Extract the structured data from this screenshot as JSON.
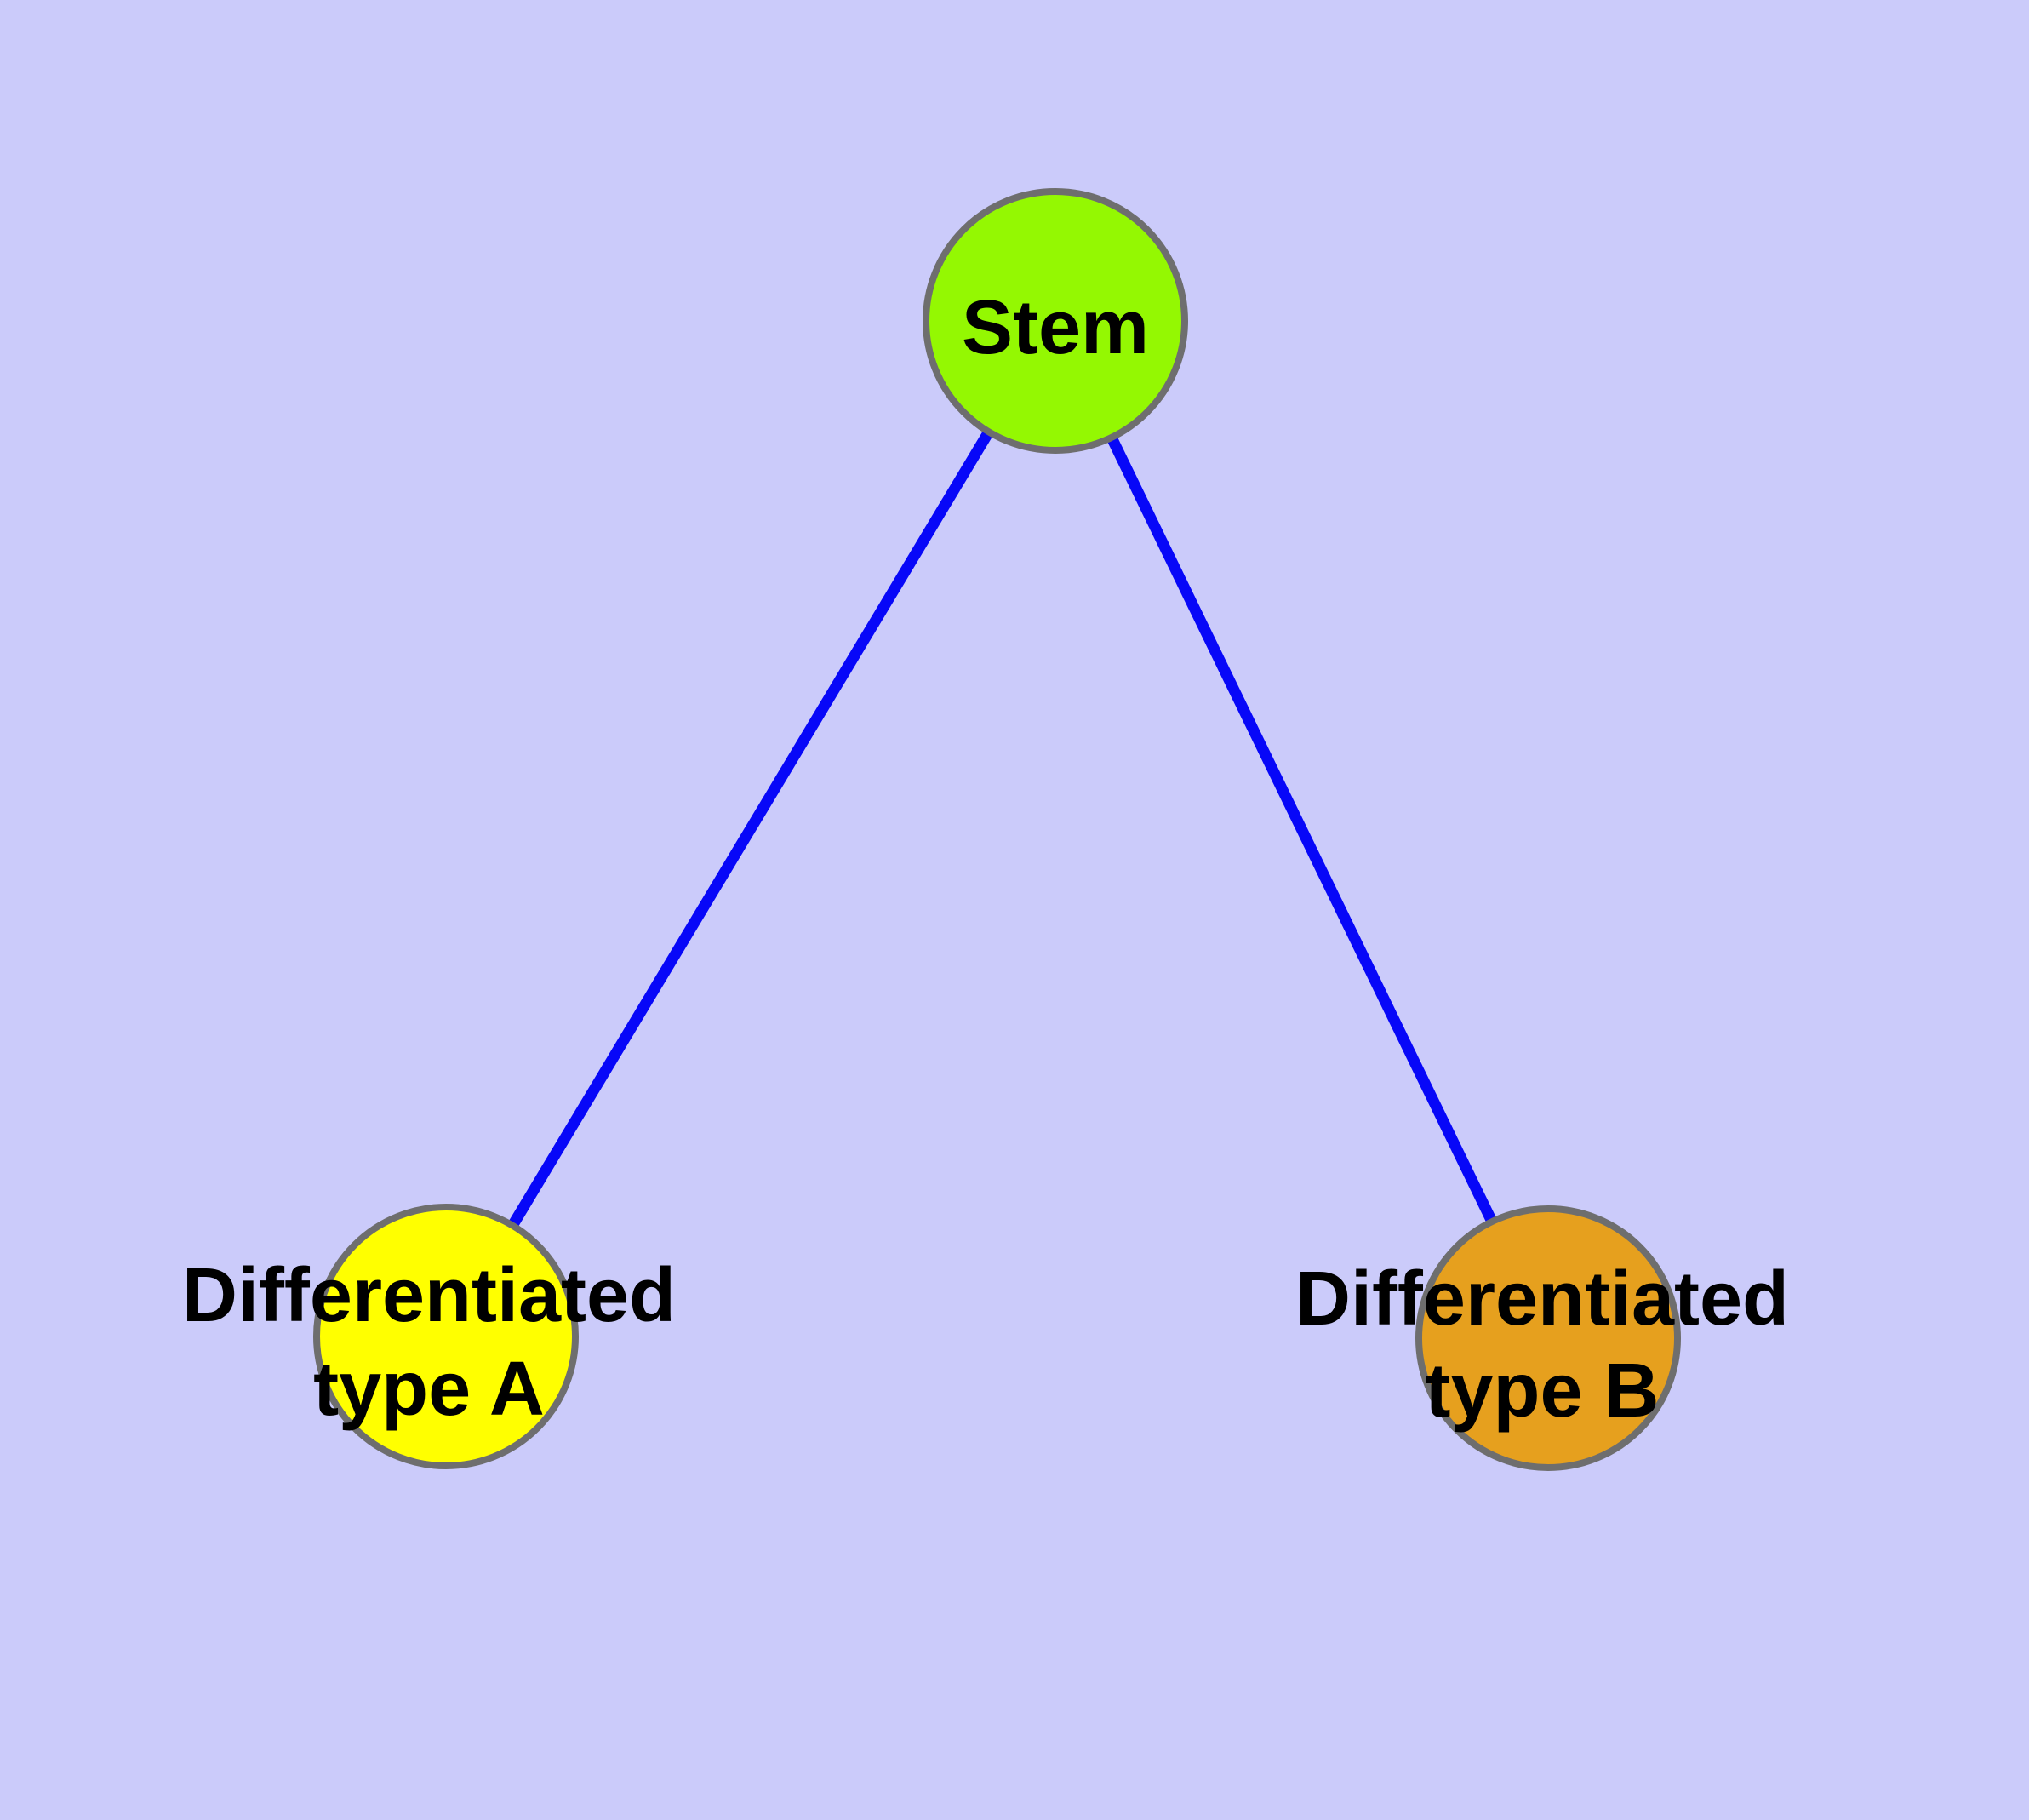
{
  "diagram": {
    "background_color": "#CBCBFA",
    "node_border_color": "#6E6E6E",
    "edge_color": "#0707F8",
    "label_text_color": "#000000",
    "nodes": {
      "stem": {
        "label": "Stem",
        "fill": "#94F802"
      },
      "type_a": {
        "label_lines": [
          "Differentiated",
          "type A"
        ],
        "full_label": "Differentiated type A",
        "fill": "#FFFF00"
      },
      "type_b": {
        "label_lines": [
          "Differentiated",
          "type B"
        ],
        "full_label": "Differentiated type B",
        "fill": "#E6A01E"
      }
    },
    "edges": [
      {
        "from": "Stem",
        "to": "Differentiated type A"
      },
      {
        "from": "Stem",
        "to": "Differentiated type B"
      }
    ]
  }
}
